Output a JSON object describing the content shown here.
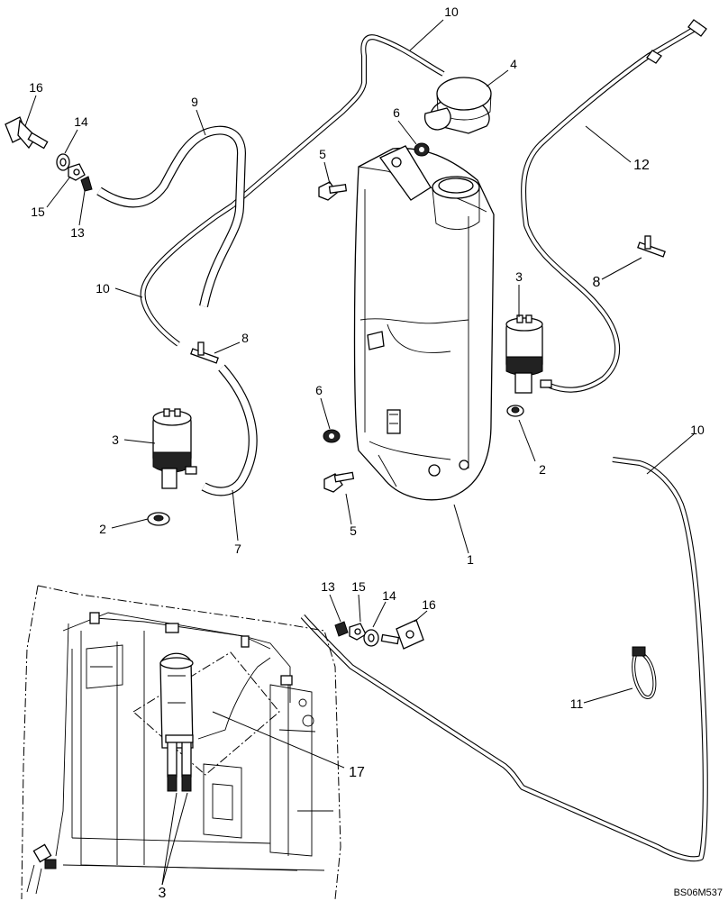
{
  "callouts": [
    {
      "id": "c10a",
      "text": "10"
    },
    {
      "id": "c4",
      "text": "4"
    },
    {
      "id": "c16a",
      "text": "16"
    },
    {
      "id": "c9",
      "text": "9"
    },
    {
      "id": "c14a",
      "text": "14"
    },
    {
      "id": "c6a",
      "text": "6"
    },
    {
      "id": "c5a",
      "text": "5"
    },
    {
      "id": "c15a",
      "text": "15"
    },
    {
      "id": "c13a",
      "text": "13"
    },
    {
      "id": "c12",
      "text": "12"
    },
    {
      "id": "c8a",
      "text": "8"
    },
    {
      "id": "c3a",
      "text": "3"
    },
    {
      "id": "c10b",
      "text": "10"
    },
    {
      "id": "c8b",
      "text": "8"
    },
    {
      "id": "c6b",
      "text": "6"
    },
    {
      "id": "c3b",
      "text": "3"
    },
    {
      "id": "c2a",
      "text": "2"
    },
    {
      "id": "c10c",
      "text": "10"
    },
    {
      "id": "c5b",
      "text": "5"
    },
    {
      "id": "c2b",
      "text": "2"
    },
    {
      "id": "c7",
      "text": "7"
    },
    {
      "id": "c1",
      "text": "1"
    },
    {
      "id": "c13b",
      "text": "13"
    },
    {
      "id": "c15b",
      "text": "15"
    },
    {
      "id": "c14b",
      "text": "14"
    },
    {
      "id": "c16b",
      "text": "16"
    },
    {
      "id": "c11",
      "text": "11"
    },
    {
      "id": "c17",
      "text": "17"
    },
    {
      "id": "c3c",
      "text": "3"
    }
  ],
  "drawing_ref": "BS06M537"
}
